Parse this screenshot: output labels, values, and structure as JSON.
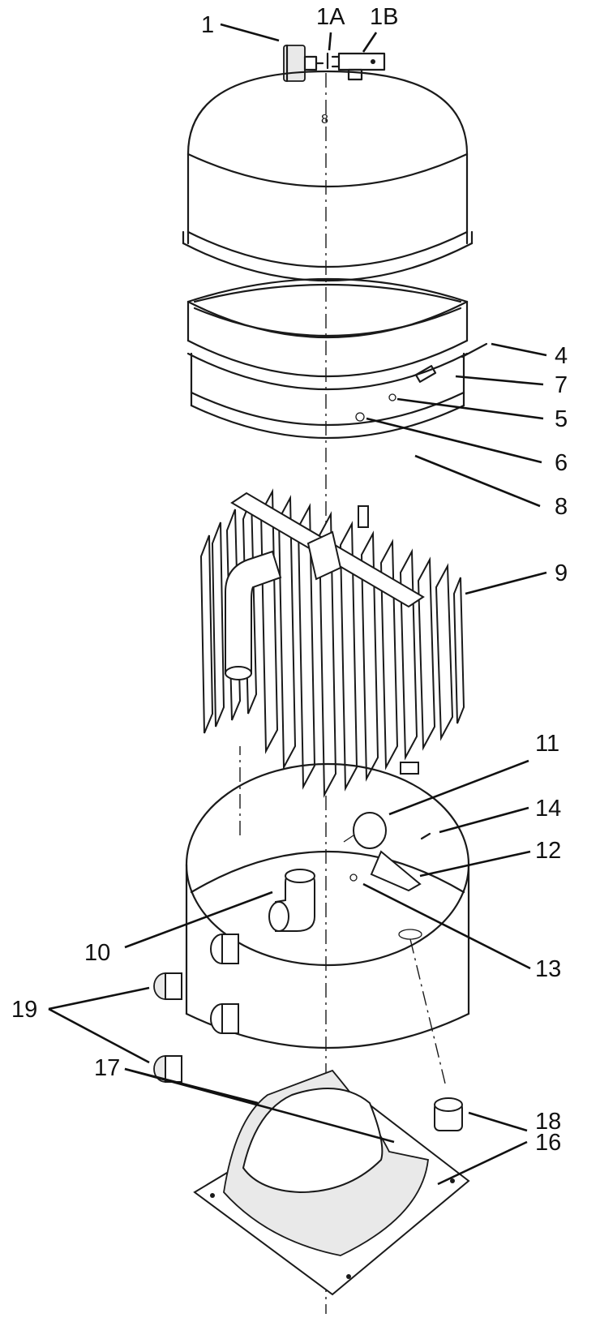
{
  "labels": [
    {
      "id": "1",
      "text": "1"
    },
    {
      "id": "1A",
      "text": "1A"
    },
    {
      "id": "1B",
      "text": "1B"
    },
    {
      "id": "tank-mark",
      "text": "8"
    },
    {
      "id": "4",
      "text": "4"
    },
    {
      "id": "7",
      "text": "7"
    },
    {
      "id": "5",
      "text": "5"
    },
    {
      "id": "6",
      "text": "6"
    },
    {
      "id": "8",
      "text": "8"
    },
    {
      "id": "9",
      "text": "9"
    },
    {
      "id": "11",
      "text": "11"
    },
    {
      "id": "14",
      "text": "14"
    },
    {
      "id": "12",
      "text": "12"
    },
    {
      "id": "10",
      "text": "10"
    },
    {
      "id": "13",
      "text": "13"
    },
    {
      "id": "19",
      "text": "19"
    },
    {
      "id": "17",
      "text": "17"
    },
    {
      "id": "18",
      "text": "18"
    },
    {
      "id": "16",
      "text": "16"
    }
  ]
}
